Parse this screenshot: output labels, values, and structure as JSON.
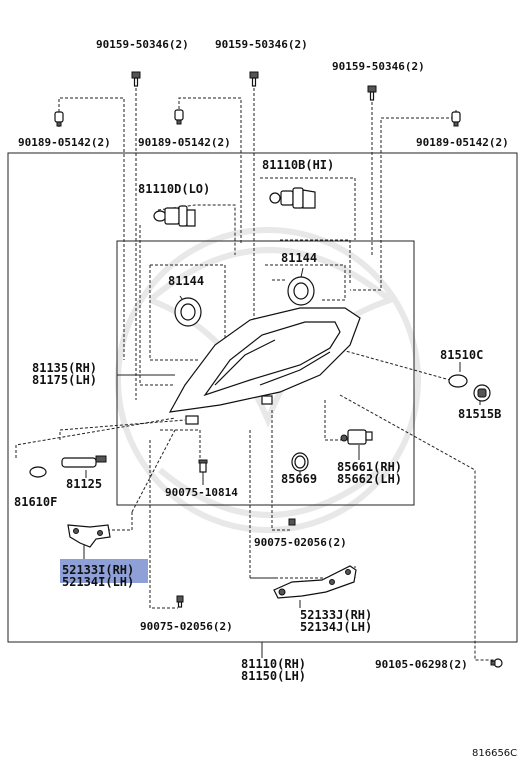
{
  "labels": {
    "bolt_top_left": "90159-50346(2)",
    "bolt_top_mid": "90159-50346(2)",
    "bolt_top_right": "90159-50346(2)",
    "nut_left": "90189-05142(2)",
    "nut_mid": "90189-05142(2)",
    "nut_right": "90189-05142(2)",
    "bulb_hi": "81110B(HI)",
    "bulb_lo": "81110D(LO)",
    "cap_right": "81144",
    "cap_left": "81144",
    "housing_rh": "81135(RH)",
    "housing_lh": "81175(LH)",
    "cover_510c": "81510C",
    "socket_515b": "81515B",
    "screw_10814": "90075-10814",
    "adjuster": "81125",
    "cap_610f": "81610F",
    "gasket": "85669",
    "motor_rh": "85661(RH)",
    "motor_lh": "85662(LH)",
    "screw_02056_a": "90075-02056(2)",
    "bracket_i_rh": "52133I(RH)",
    "bracket_i_lh": "52134I(LH)",
    "bracket_j_rh": "52133J(RH)",
    "bracket_j_lh": "52134J(LH)",
    "screw_02056_b": "90075-02056(2)",
    "assy_rh": "81110(RH)",
    "assy_lh": "81150(LH)",
    "screw_06298": "90105-06298(2)",
    "figure_ref": "816656C"
  },
  "highlight_color": "#8fa0d8"
}
